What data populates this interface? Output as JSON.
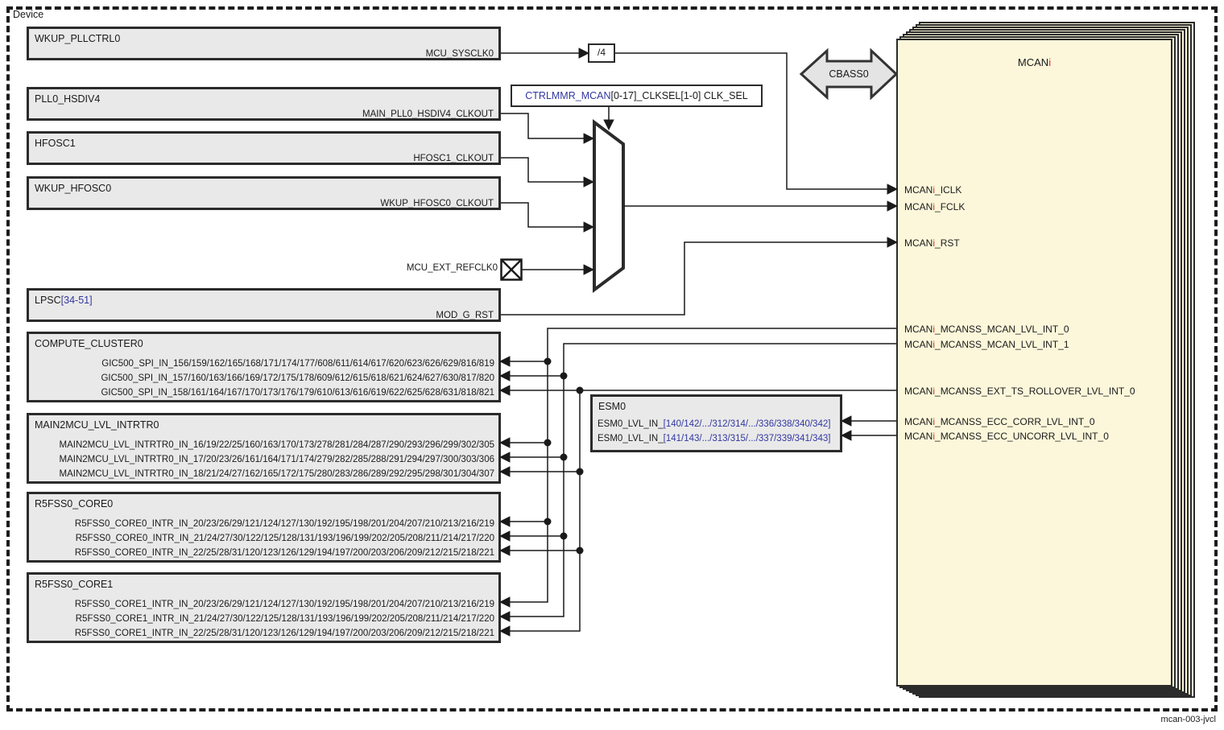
{
  "device_label": "Device",
  "figure_label": "mcan-003-jvcl",
  "colors": {
    "link_blue": "#3237A0",
    "instance_red": "#E03023",
    "module_fill_yellow": "#FCF7DA",
    "block_fill_gray": "#E9E9E9",
    "line": "#1A1A1A"
  },
  "clock_sources": {
    "wkup_pllctrl0": {
      "title": "WKUP_PLLCTRL0",
      "port": "MCU_SYSCLK0"
    },
    "pll0_hsdiv4": {
      "title": "PLL0_HSDIV4",
      "port": "MAIN_PLL0_HSDIV4_CLKOUT"
    },
    "hfosc1": {
      "title": "HFOSC1",
      "port": "HFOSC1_CLKOUT"
    },
    "wkup_hfosc0": {
      "title": "WKUP_HFOSC0",
      "port": "WKUP_HFOSC0_CLKOUT"
    },
    "ext_refclk": {
      "label": "MCU_EXT_REFCLK0"
    }
  },
  "divider": {
    "label": "/4"
  },
  "clksel": {
    "link": "CTRLMMR_MCAN",
    "rest": "[0-17]_CLKSEL[1-0] CLK_SEL"
  },
  "cbass": {
    "label": "CBASS0"
  },
  "lpsc": {
    "title": "LPSC",
    "title_link": "[34-51]",
    "port": "MOD_G_RST"
  },
  "interrupt_targets": {
    "compute_cluster0": {
      "title": "COMPUTE_CLUSTER0",
      "rows": [
        "GIC500_SPI_IN_156/159/162/165/168/171/174/177/608/611/614/617/620/623/626/629/816/819",
        "GIC500_SPI_IN_157/160/163/166/169/172/175/178/609/612/615/618/621/624/627/630/817/820",
        "GIC500_SPI_IN_158/161/164/167/170/173/176/179/610/613/616/619/622/625/628/631/818/821"
      ]
    },
    "main2mcu_lvl_intrtr0": {
      "title": "MAIN2MCU_LVL_INTRTR0",
      "rows": [
        "MAIN2MCU_LVL_INTRTR0_IN_16/19/22/25/160/163/170/173/278/281/284/287/290/293/296/299/302/305",
        "MAIN2MCU_LVL_INTRTR0_IN_17/20/23/26/161/164/171/174/279/282/285/288/291/294/297/300/303/306",
        "MAIN2MCU_LVL_INTRTR0_IN_18/21/24/27/162/165/172/175/280/283/286/289/292/295/298/301/304/307"
      ]
    },
    "r5fss0_core0": {
      "title": "R5FSS0_CORE0",
      "rows": [
        "R5FSS0_CORE0_INTR_IN_20/23/26/29/121/124/127/130/192/195/198/201/204/207/210/213/216/219",
        "R5FSS0_CORE0_INTR_IN_21/24/27/30/122/125/128/131/193/196/199/202/205/208/211/214/217/220",
        "R5FSS0_CORE0_INTR_IN_22/25/28/31/120/123/126/129/194/197/200/203/206/209/212/215/218/221"
      ]
    },
    "r5fss0_core1": {
      "title": "R5FSS0_CORE1",
      "rows": [
        "R5FSS0_CORE1_INTR_IN_20/23/26/29/121/124/127/130/192/195/198/201/204/207/210/213/216/219",
        "R5FSS0_CORE1_INTR_IN_21/24/27/30/122/125/128/131/193/196/199/202/205/208/211/214/217/220",
        "R5FSS0_CORE1_INTR_IN_22/25/28/31/120/123/126/129/194/197/200/203/206/209/212/215/218/221"
      ]
    }
  },
  "esm0": {
    "title": "ESM0",
    "rows": [
      {
        "prefix": "ESM0_LVL_IN_",
        "link": "[140/142/.../312/314/.../336/338/340/342]"
      },
      {
        "prefix": "ESM0_LVL_IN_",
        "link": "[141/143/.../313/315/.../337/339/341/343]"
      }
    ]
  },
  "mcan": {
    "title": {
      "pre": "MCAN",
      "i": "i"
    },
    "ports": [
      {
        "pre": "MCAN",
        "i": "i",
        "post": "_ICLK"
      },
      {
        "pre": "MCAN",
        "i": "i",
        "post": "_FCLK"
      },
      {
        "pre": "MCAN",
        "i": "i",
        "post": "_RST"
      },
      {
        "pre": "MCAN",
        "i": "i",
        "post": "_MCANSS_MCAN_LVL_INT_0"
      },
      {
        "pre": "MCAN",
        "i": "i",
        "post": "_MCANSS_MCAN_LVL_INT_1"
      },
      {
        "pre": "MCAN",
        "i": "i",
        "post": "_MCANSS_EXT_TS_ROLLOVER_LVL_INT_0"
      },
      {
        "pre": "MCAN",
        "i": "i",
        "post": "_MCANSS_ECC_CORR_LVL_INT_0"
      },
      {
        "pre": "MCAN",
        "i": "i",
        "post": "_MCANSS_ECC_UNCORR_LVL_INT_0"
      }
    ]
  }
}
